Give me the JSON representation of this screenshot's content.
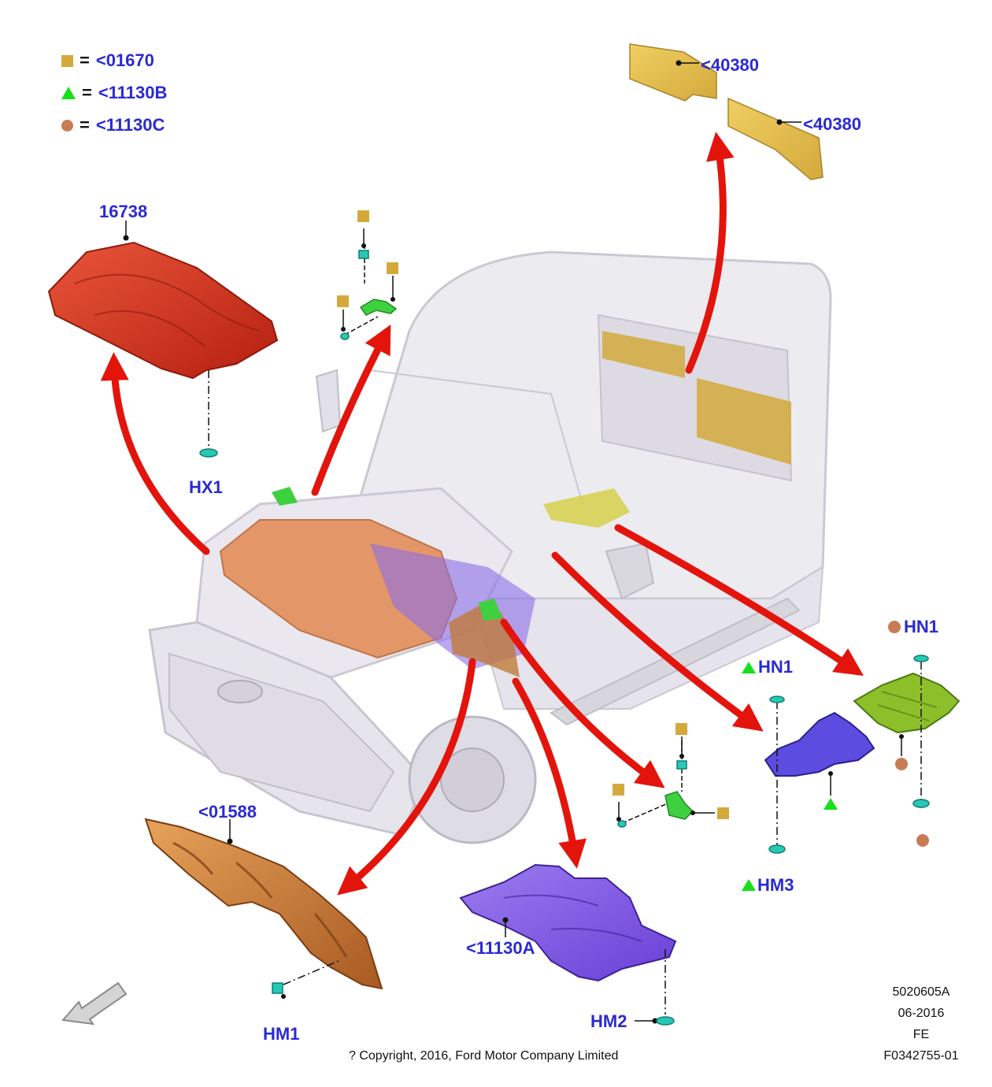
{
  "legend": [
    {
      "symbol": "square",
      "color": "#d4a93c",
      "equals": "=",
      "ref": "<01670"
    },
    {
      "symbol": "triangle",
      "color": "#16e01a",
      "equals": "=",
      "ref": "<11130B"
    },
    {
      "symbol": "circle",
      "color": "#c87c56",
      "equals": "=",
      "ref": "<11130C"
    }
  ],
  "callouts": {
    "part_16738": "16738",
    "hx1": "HX1",
    "insulator_upper": "<40380",
    "insulator_lower": "<40380",
    "hn1_left": "HN1",
    "hn1_right": "HN1",
    "hm3": "HM3",
    "part_01588": "<01588",
    "part_11130a": "<11130A",
    "hm1": "HM1",
    "hm2": "HM2"
  },
  "footer": {
    "drawing_no": "5020605A",
    "date": "06-2016",
    "code": "FE",
    "figure_id": "F0342755-01",
    "copyright": "? Copyright, 2016, Ford Motor Company Limited"
  },
  "colors": {
    "label_blue": "#2a2ad4",
    "arrow_red": "#e3140c",
    "square_gold": "#d4a93c",
    "triangle_green": "#16e01a",
    "circle_brown": "#c87c56",
    "fastener_teal": "#27c9b6"
  }
}
